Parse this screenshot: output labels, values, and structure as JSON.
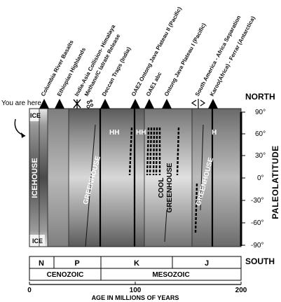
{
  "title_events": [
    "Columbia River Basalts",
    "Ethiopian Highlands",
    "India-Asia Collision- Himalaya",
    "Methane/C latrate Release",
    "Deccan Traps (India)",
    "OAE2 Ontong Java Plateau II (Pacific)",
    "OAE1 abc",
    "Ontong Java Plateau I (Pacific)",
    "South America - Africa Separation",
    "Karoo(Africa) - Ferrar (Antarctica)"
  ],
  "you_are_here": "You are here",
  "north_label": "NORTH",
  "south_label": "SOUTH",
  "paleolatitude_label": "PALEOLATITUDE",
  "lat_ticks": [
    "90°",
    "60°",
    "30°",
    "0°",
    "-30°",
    "-60°",
    "-90°"
  ],
  "climate_labels": {
    "ice_top": "ICE",
    "ice_bottom": "ICE",
    "icehouse": "ICEHOUSE",
    "greenhouse1": "GREENHOUSE",
    "cool_greenhouse_1": "COOL",
    "cool_greenhouse_2": "GREENHOUSE",
    "greenhouse2": "GREENHOUSE",
    "hh1": "HH",
    "hh2": "HH",
    "h": "H"
  },
  "periods": [
    "N",
    "P",
    "K",
    "J"
  ],
  "eras": [
    "CENOZOIC",
    "MESOZOIC"
  ],
  "axis": {
    "ticks": [
      "0",
      "100",
      "200"
    ],
    "label": "AGE IN MILLIONS OF YEARS"
  }
}
